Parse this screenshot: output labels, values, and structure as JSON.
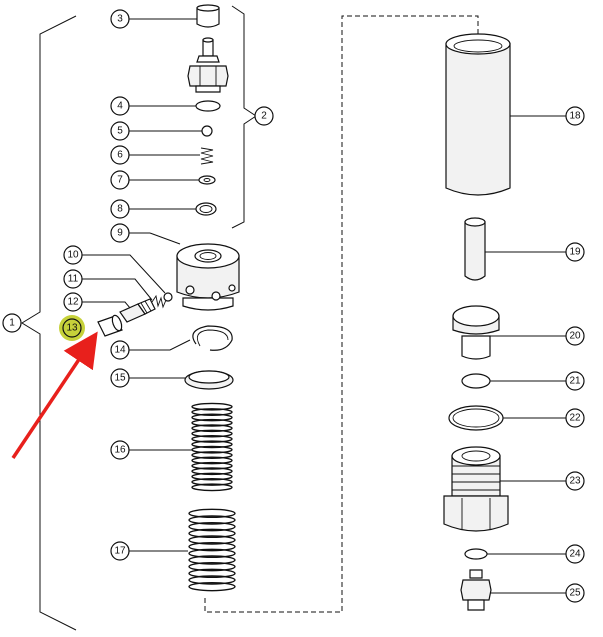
{
  "callouts": [
    {
      "id": "1",
      "label": "1"
    },
    {
      "id": "2",
      "label": "2"
    },
    {
      "id": "3",
      "label": "3"
    },
    {
      "id": "4",
      "label": "4"
    },
    {
      "id": "5",
      "label": "5"
    },
    {
      "id": "6",
      "label": "6"
    },
    {
      "id": "7",
      "label": "7"
    },
    {
      "id": "8",
      "label": "8"
    },
    {
      "id": "9",
      "label": "9"
    },
    {
      "id": "10",
      "label": "10"
    },
    {
      "id": "11",
      "label": "11"
    },
    {
      "id": "12",
      "label": "12"
    },
    {
      "id": "13",
      "label": "13"
    },
    {
      "id": "14",
      "label": "14"
    },
    {
      "id": "15",
      "label": "15"
    },
    {
      "id": "16",
      "label": "16"
    },
    {
      "id": "17",
      "label": "17"
    },
    {
      "id": "18",
      "label": "18"
    },
    {
      "id": "19",
      "label": "19"
    },
    {
      "id": "20",
      "label": "20"
    },
    {
      "id": "21",
      "label": "21"
    },
    {
      "id": "22",
      "label": "22"
    },
    {
      "id": "23",
      "label": "23"
    },
    {
      "id": "24",
      "label": "24"
    },
    {
      "id": "25",
      "label": "25"
    }
  ],
  "highlight": {
    "callout": "13",
    "color": "#c6d13a"
  },
  "arrow": {
    "color": "#e8201c",
    "icon": "red-arrow-icon"
  }
}
